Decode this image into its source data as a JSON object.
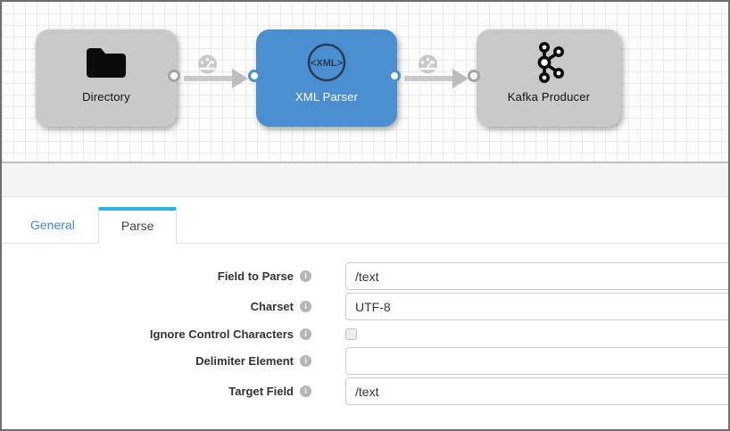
{
  "canvas": {
    "nodes": [
      {
        "label": "Directory",
        "variant": "gray",
        "icon": "folder-icon"
      },
      {
        "label": "XML Parser",
        "variant": "blue",
        "icon": "xml-icon"
      },
      {
        "label": "Kafka Producer",
        "variant": "gray",
        "icon": "kafka-icon"
      }
    ],
    "xml_icon_text": "<XML>"
  },
  "tabs": [
    {
      "label": "General",
      "active": false
    },
    {
      "label": "Parse",
      "active": true
    }
  ],
  "form": {
    "fields": [
      {
        "label": "Field to Parse",
        "type": "text",
        "value": "/text"
      },
      {
        "label": "Charset",
        "type": "text",
        "value": "UTF-8"
      },
      {
        "label": "Ignore Control Characters",
        "type": "checkbox",
        "checked": false
      },
      {
        "label": "Delimiter Element",
        "type": "text",
        "value": ""
      },
      {
        "label": "Target Field",
        "type": "text",
        "value": "/text"
      }
    ],
    "info_glyph": "i"
  },
  "colors": {
    "node_blue": "#4a8fd0",
    "node_gray": "#c9c9c9",
    "tab_accent": "#29b5e8",
    "link_blue": "#428bca",
    "canvas_grid": "#ececec"
  }
}
